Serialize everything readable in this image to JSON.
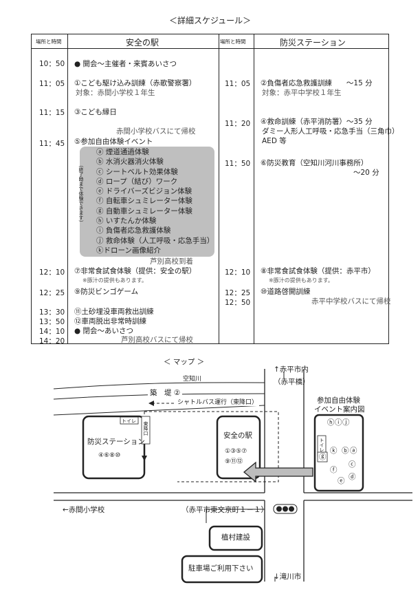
{
  "heading": "＜詳細スケジュール＞",
  "schedule": {
    "headers": {
      "time_left": "場所と時間",
      "venue_left": "安全の駅",
      "time_right": "場所と時間",
      "venue_right": "防災ステーション"
    },
    "left": [
      {
        "time": "10：50",
        "text": "● 開会～主催者・来賓あいさつ"
      },
      {
        "time": "11：05",
        "text": "①こども駆け込み訓練（赤歌警察署）",
        "sub": "対象：赤間小学校１年生"
      },
      {
        "time": "11：15",
        "text": "③こども縁日"
      },
      {
        "note": "赤間小学校バスにて帰校"
      },
      {
        "time": "11：45",
        "text": "⑤参加自由体験イベント"
      },
      {
        "note": "芦別高校到着"
      },
      {
        "time": "12：10",
        "text": "⑦非常食試食体験（提供：安全の駅）",
        "small": "※豚汁の提供もあります。"
      },
      {
        "time": "12：25",
        "text": "⑨防災ビンゴゲーム"
      },
      {
        "time": "13：30",
        "text": "⑪土砂埋没車両救出訓練"
      },
      {
        "time": "13：50",
        "text": "⑫車両脱出非常時訓練"
      },
      {
        "time": "14：10",
        "text": "● 閉会～あいさつ"
      },
      {
        "time": "14：20",
        "note": "芦別高校バスにて帰校"
      }
    ],
    "experience": {
      "side_label": "（終了時まで体験できます）",
      "items": [
        "ⓐ 煙道通過体験",
        "ⓑ 水消火器消火体験",
        "ⓒ シートベルト効果体験",
        "ⓓ ロープ（結び）ワーク",
        "ⓔ ドライバーズビジョン体験",
        "ⓕ 自転車シュミレーター体験",
        "ⓖ 自動車シュミレーター体験",
        "ⓗ いすたんか体験",
        "ⓘ 負傷者応急救護体験",
        "ⓙ 救命体験（人工呼吸・応急手当）",
        "ⓚドローン画像紹介"
      ]
    },
    "right": [
      {
        "time": "11：05",
        "text": "②負傷者応急救護訓練　　～15 分",
        "sub": "対象：赤平中学校１年生"
      },
      {
        "time": "11：20",
        "text": "④救命訓練（赤平消防署）～35 分",
        "sub": "ダミー人形人工呼吸・応急手当（三角巾）",
        "sub2": "AED 等"
      },
      {
        "time": "11：50",
        "text": "⑥防災教育（空知川河川事務所）",
        "sub": "～20 分"
      },
      {
        "time": "12：10",
        "text": "⑧非常食試食体験（提供：赤平市）",
        "small": "※豚汁の提供もあります。"
      },
      {
        "time": "12：25",
        "text": "⑩道路啓開訓練"
      },
      {
        "time": "12：50",
        "note": "赤平中学校バスにて帰校"
      }
    ]
  },
  "map": {
    "heading": "＜ マップ ＞",
    "river": "空知川",
    "embankment": "築　堤 ②",
    "shuttle": "シャトルバス運行（東降口）",
    "north_town": "↑赤平市内",
    "north_bridge": "（赤平橋）",
    "west": "←赤間小学校",
    "address": "（赤平市東文京町１－１）",
    "south": "↓滝川市",
    "station_bousai": {
      "title": "防災ステーション",
      "nums": "④⑥⑧⑩",
      "toilet": "トイレ",
      "exit": "東降口"
    },
    "station_anzen": {
      "title": "安全の駅",
      "nums1": "①③⑤⑦",
      "nums2": "⑨⑪⑫"
    },
    "event_title1": "参加自由体験",
    "event_title2": "イベント案内図",
    "event_letters": [
      "ⓗ",
      "ⓘ",
      "ⓙ",
      "ⓚ",
      "ⓑ",
      "ⓐ",
      "ⓒ",
      "ⓓ",
      "ⓔ",
      "ⓕ",
      "ⓖ"
    ],
    "event_toilet": "トイレ",
    "uemura": "植村建設",
    "parking": "駐車場ご利用下さい"
  }
}
